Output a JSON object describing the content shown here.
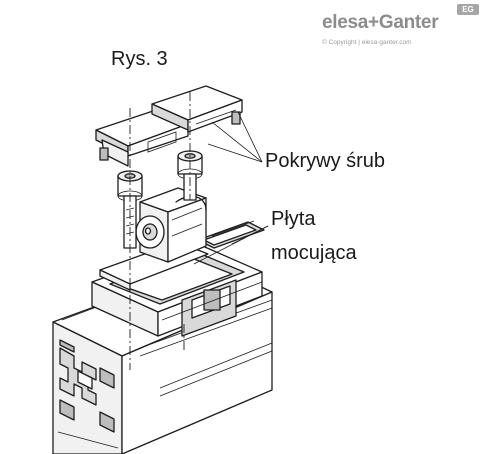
{
  "brand": {
    "name": "elesa+Ganter",
    "badge": "EG",
    "copyright": "© Copyright | elesa-ganter.com"
  },
  "figure": {
    "title": "Rys. 3",
    "callouts": {
      "screw_covers": "Pokrywy śrub",
      "mounting_plate_line1": "Płyta",
      "mounting_plate_line2": "mocująca"
    }
  },
  "colors": {
    "line": "#1e1e1e",
    "shade_light": "#f1f1f1",
    "shade_mid": "#d9d9d9",
    "shade_dark": "#bdbdbd",
    "brand_gray": "#8c8c8c"
  }
}
